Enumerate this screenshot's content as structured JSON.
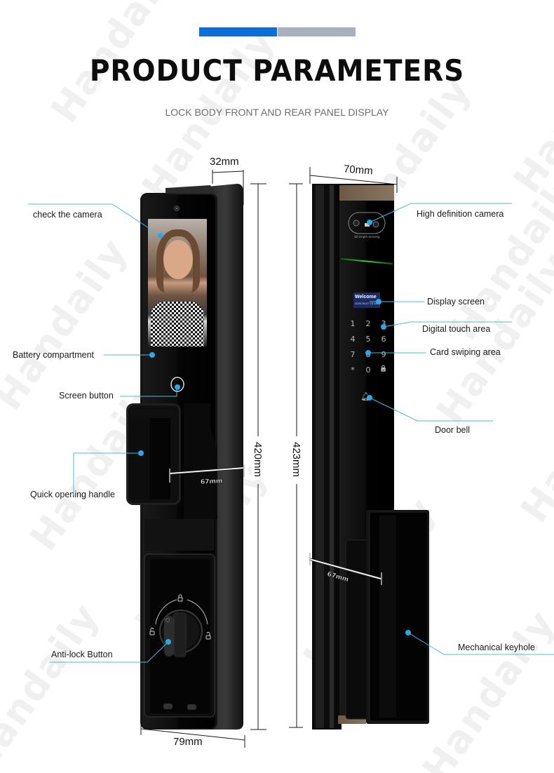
{
  "header": {
    "title": "PRODUCT PARAMETERS",
    "subtitle": "LOCK BODY FRONT AND REAR PANEL DISPLAY",
    "accent_colors": {
      "primary": "#0a6fd8",
      "secondary": "#a7b2be"
    }
  },
  "watermark": {
    "text": "Handaily"
  },
  "front_panel": {
    "labels": {
      "camera": "check the camera",
      "battery": "Battery compartment",
      "screen_button": "Screen button",
      "handle": "Quick opening handle",
      "anti_lock": "Anti-lock Button"
    },
    "dimensions": {
      "depth": "32mm",
      "height": "420mm",
      "width": "79mm",
      "handle_projection": "67mm"
    }
  },
  "rear_panel": {
    "labels": {
      "camera": "High definition camera",
      "display": "Display screen",
      "touch": "Digital touch area",
      "card": "Card swiping area",
      "bell": "Door bell",
      "keyhole": "Mechanical keyhole"
    },
    "dimensions": {
      "width": "70mm",
      "height": "423mm",
      "handle_projection": "67mm"
    },
    "screen": {
      "text": "Welcome",
      "date": "2025-06-07  15:16"
    },
    "camera_caption": "3D Depth Sensing",
    "keypad": [
      "1",
      "2",
      "3",
      "4",
      "5",
      "6",
      "7",
      "8",
      "9",
      "*",
      "0",
      "🔒"
    ]
  },
  "colors": {
    "callout": "#4ab8e0",
    "dot": "#2aa8e6",
    "body": "#0b0b0b"
  }
}
